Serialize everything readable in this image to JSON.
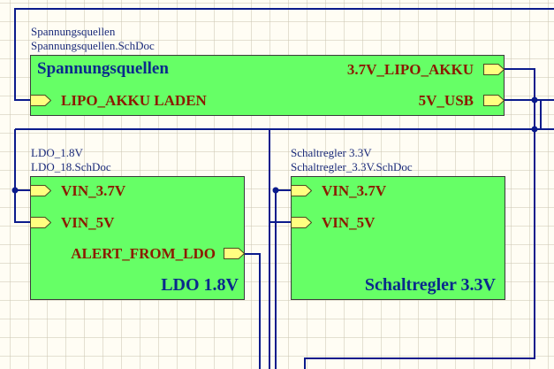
{
  "sheets": {
    "spannung": {
      "caption_name": "Spannungsquellen",
      "caption_file": "Spannungsquellen.SchDoc",
      "title": "Spannungsquellen",
      "ports": {
        "lipo_akku_laden": "LIPO_AKKU LADEN",
        "lipo_akku_3v7": "3.7V_LIPO_AKKU",
        "usb_5v": "5V_USB"
      }
    },
    "ldo": {
      "caption_name": "LDO_1.8V",
      "caption_file": "LDO_18.SchDoc",
      "title": "LDO 1.8V",
      "ports": {
        "vin_3v7": "VIN_3.7V",
        "vin_5v": "VIN_5V",
        "alert": "ALERT_FROM_LDO"
      }
    },
    "schaltregler": {
      "caption_name": "Schaltregler 3.3V",
      "caption_file": "Schaltregler_3.3V.SchDoc",
      "title": "Schaltregler 3.3V",
      "ports": {
        "vin_3v7": "VIN_3.7V",
        "vin_5v": "VIN_5V"
      }
    }
  },
  "colors": {
    "sheet_fill": "#66ff66",
    "wire": "#0b1b8c",
    "port_fill": "#ffff80",
    "port_label": "#8b1a00",
    "title": "#0a2a8c",
    "background": "#fffdf4"
  }
}
